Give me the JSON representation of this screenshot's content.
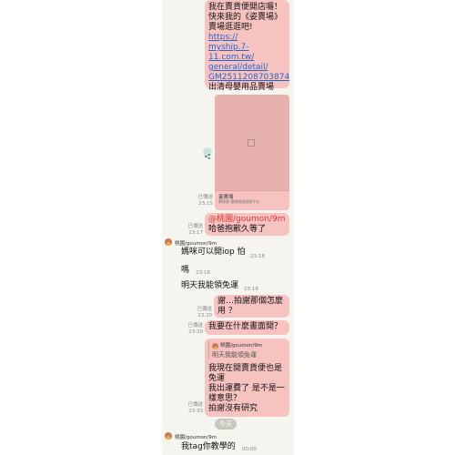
{
  "messages": {
    "promo": {
      "line1": "我在賣貨便開店囉！",
      "line2": "快來我的《姿賣場》",
      "line3": "賣場逛逛吧!",
      "link1": "https://",
      "link2": "myship.7-11.com.tw/",
      "link3": "general/detail/",
      "link4": "GM2511208703874",
      "line4": "出清母嬰用品賣場"
    },
    "card": {
      "title": "姿賣場",
      "subtitle": "賣貨便 優質網拍服務平台",
      "status": "已傳送",
      "time": "23:15"
    },
    "mention_msg": {
      "mention": "@桃園/goumon/9m",
      "text": "哈爸抱歉久等了",
      "status": "已傳送",
      "time": "23:17"
    },
    "sender_name": "桃園/goumon/9m",
    "recv1": {
      "line1": "媽咪可以開iop 怕",
      "time": "23:18"
    },
    "recv2": {
      "text": "嗎",
      "time": "23:18"
    },
    "recv3": {
      "text": "明天我能領免運",
      "time": "23:18"
    },
    "sent1": {
      "line1": "謝…拍謝那個怎麼",
      "line2": "用 ？",
      "status": "已傳送",
      "time": "23:20"
    },
    "sent2": {
      "text": "我要在什麼畫面開？",
      "status": "已傳送",
      "time": "23:20"
    },
    "reply": {
      "quote_name": "桃園/goumon/9m",
      "quote_text": "明天我能領免運",
      "line1": "我現在開賣貨便也是",
      "line2": "免運",
      "line3": "我出運費了 是不是一",
      "line4": "樣意思？",
      "line5": "拍謝沒有研究",
      "status": "已傳送",
      "time": "23:33"
    },
    "date_divider": "今天",
    "last": {
      "sender": "桃園/goumon/9m",
      "text": "我tag你教學的",
      "time": "00:00"
    }
  }
}
